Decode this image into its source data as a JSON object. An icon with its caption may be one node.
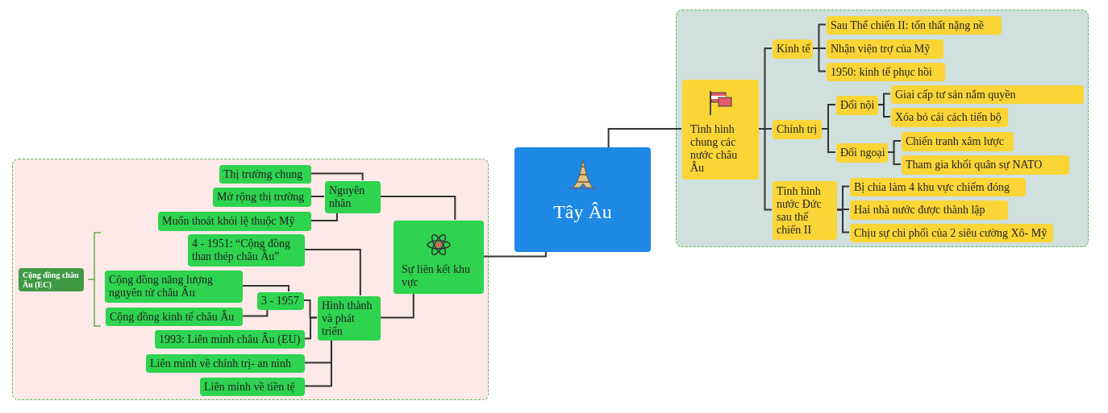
{
  "diagram": {
    "nodes": [
      {
        "text": [
          "Tây Âu"
        ]
      },
      {
        "text": [],
        "shape": "box"
      },
      {
        "text": [
          "Tình hình chung các nước châu Âu"
        ],
        "in": 1
      },
      {
        "text": [
          "Kinh tế"
        ],
        "in": 1
      },
      {
        "text": [
          "Sau Thế chiến II: tổn thất nặng nề"
        ],
        "in": 1
      },
      {
        "text": [
          "Nhận viện trợ của Mỹ"
        ],
        "in": 1
      },
      {
        "text": [
          "1950: kinh tế phục hồi"
        ],
        "in": 1
      },
      {
        "text": [
          "Chính trị"
        ],
        "in": 1
      },
      {
        "text": [
          "Đối nội"
        ],
        "in": 1
      },
      {
        "text": [
          "Giai cấp tư sản nắm quyền"
        ],
        "in": 1
      },
      {
        "text": [
          "Xóa bỏ cải cách tiến bộ"
        ],
        "in": 1
      },
      {
        "text": [
          "Đối ngoại"
        ],
        "in": 1
      },
      {
        "text": [
          "Chiến tranh xâm lược"
        ],
        "in": 1
      },
      {
        "text": [
          "Tham gia khối quân sự NATO"
        ],
        "in": 1
      },
      {
        "text": [
          "Tình hình nước Đức sau thế chiến II"
        ],
        "in": 1
      },
      {
        "text": [
          "Bị chia làm 4 khu vực chiếm đóng"
        ],
        "in": 1
      },
      {
        "text": [
          "Hai nhà nước được thành lập"
        ],
        "in": 1
      },
      {
        "text": [
          "Chịu sự chi phối của 2 siêu cường Xô- Mỹ"
        ],
        "in": 1
      },
      {
        "text": [],
        "shape": "box"
      },
      {
        "text": [
          "Sự liên kết khu vực"
        ],
        "in": 18
      },
      {
        "text": [
          "Nguyên nhân"
        ],
        "in": 18
      },
      {
        "text": [
          "Thị trường chung"
        ],
        "in": 18
      },
      {
        "text": [
          "Mở rộng thị trường"
        ],
        "in": 18
      },
      {
        "text": [
          "Muốn thoát khỏi lệ thuộc Mỹ"
        ],
        "in": 18
      },
      {
        "text": [
          "Hình thành và phát triển"
        ],
        "in": 18
      },
      {
        "text": [
          "4 - 1951: “Cộng đồng than thép châu Âu”"
        ],
        "in": 18
      },
      {
        "text": [
          "3 - 1957"
        ],
        "in": 18
      },
      {
        "text": [
          "Cộng đồng năng lượng nguyên tử châu Âu"
        ],
        "in": 18
      },
      {
        "text": [
          "Cộng đồng kinh tế châu Âu"
        ],
        "in": 18
      },
      {
        "text": [
          "1993: Liên minh châu Âu (EU)"
        ],
        "in": 18
      },
      {
        "text": [
          "Liên minh về chính trị- an ninh"
        ],
        "in": 18
      },
      {
        "text": [
          "Liên minh về tiền tệ"
        ],
        "in": 18
      },
      {
        "text": [
          "Cộng đồng châu Âu (EC)"
        ],
        "in": 18
      }
    ],
    "edges": [
      {
        "from": 0,
        "to": 2,
        "arrow": "none"
      },
      {
        "from": 2,
        "to": 3,
        "arrow": "none"
      },
      {
        "from": 2,
        "to": 7,
        "arrow": "none"
      },
      {
        "from": 2,
        "to": 14,
        "arrow": "none"
      },
      {
        "from": 3,
        "to": 4,
        "arrow": "none"
      },
      {
        "from": 3,
        "to": 5,
        "arrow": "none"
      },
      {
        "from": 3,
        "to": 6,
        "arrow": "none"
      },
      {
        "from": 7,
        "to": 8,
        "arrow": "none"
      },
      {
        "from": 7,
        "to": 11,
        "arrow": "none"
      },
      {
        "from": 8,
        "to": 9,
        "arrow": "none"
      },
      {
        "from": 8,
        "to": 10,
        "arrow": "none"
      },
      {
        "from": 11,
        "to": 12,
        "arrow": "none"
      },
      {
        "from": 11,
        "to": 13,
        "arrow": "none"
      },
      {
        "from": 14,
        "to": 15,
        "arrow": "none"
      },
      {
        "from": 14,
        "to": 16,
        "arrow": "none"
      },
      {
        "from": 14,
        "to": 17,
        "arrow": "none"
      },
      {
        "from": 0,
        "to": 19,
        "arrow": "none"
      },
      {
        "from": 19,
        "to": 20,
        "arrow": "none"
      },
      {
        "from": 19,
        "to": 24,
        "arrow": "none"
      },
      {
        "from": 20,
        "to": 21,
        "arrow": "none"
      },
      {
        "from": 20,
        "to": 22,
        "arrow": "none"
      },
      {
        "from": 20,
        "to": 23,
        "arrow": "none"
      },
      {
        "from": 24,
        "to": 25,
        "arrow": "none"
      },
      {
        "from": 24,
        "to": 26,
        "arrow": "none"
      },
      {
        "from": 24,
        "to": 29,
        "arrow": "none"
      },
      {
        "from": 24,
        "to": 30,
        "arrow": "none"
      },
      {
        "from": 24,
        "to": 31,
        "arrow": "none"
      },
      {
        "from": 26,
        "to": 27,
        "arrow": "none"
      },
      {
        "from": 26,
        "to": 28,
        "arrow": "none"
      }
    ]
  }
}
